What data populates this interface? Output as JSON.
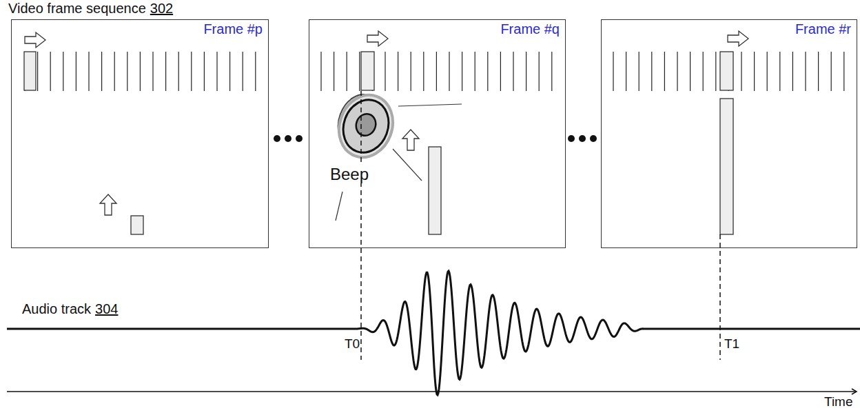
{
  "diagram": {
    "nodes": [
      {
        "text": [
          "Frame #p"
        ]
      },
      {
        "text": [
          "Frame #q",
          "Beep"
        ]
      },
      {
        "text": [
          "Frame #r"
        ]
      }
    ],
    "labels": [
      "Video frame sequence",
      "302",
      "Audio track",
      "304",
      "T0",
      "T1",
      "Time"
    ]
  }
}
